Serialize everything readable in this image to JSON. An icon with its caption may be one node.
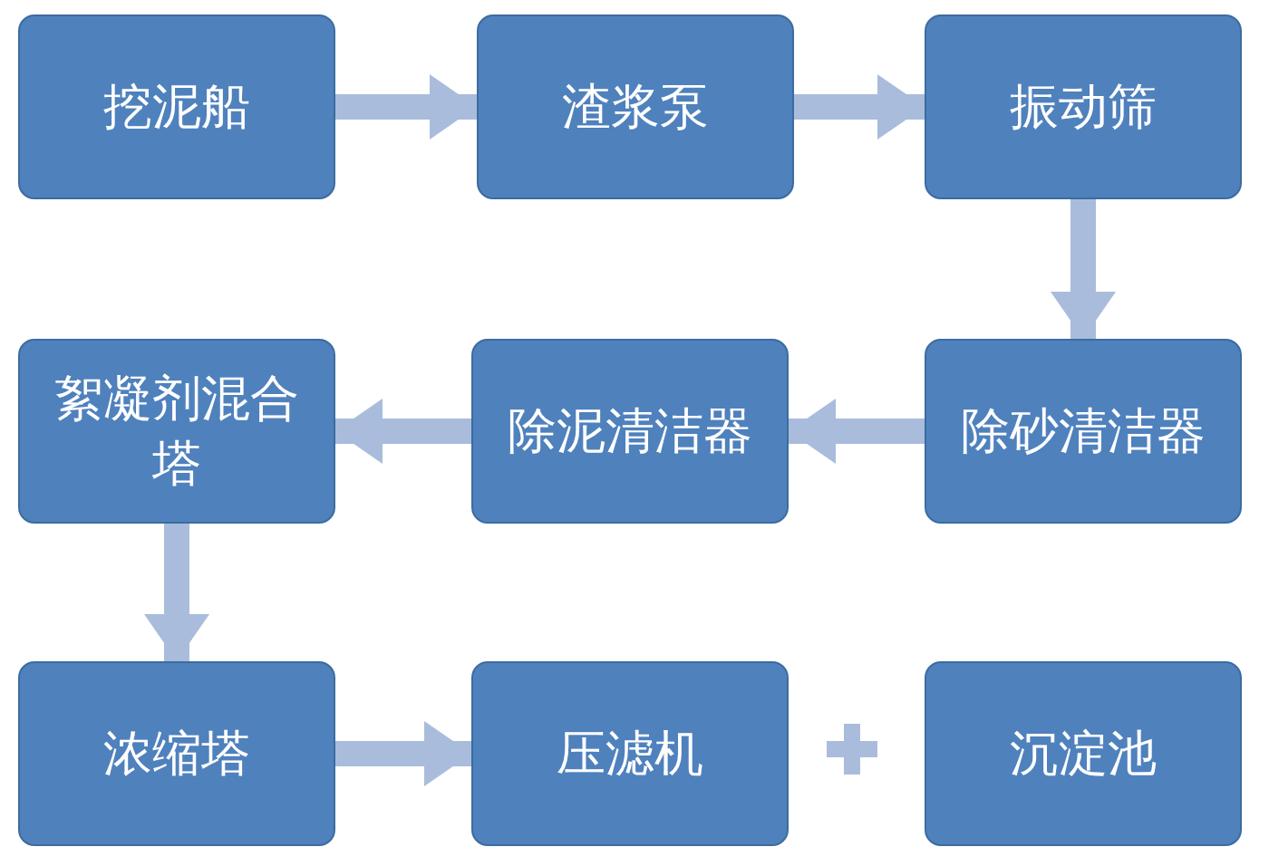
{
  "diagram": {
    "nodes": [
      {
        "text": [
          "挖泥船"
        ]
      },
      {
        "text": [
          "渣浆泵"
        ]
      },
      {
        "text": [
          "振动筛"
        ]
      },
      {
        "text": [
          "絮凝剂混合塔"
        ]
      },
      {
        "text": [
          "除泥清洁器"
        ]
      },
      {
        "text": [
          "除砂清洁器"
        ]
      },
      {
        "text": [
          "浓缩塔"
        ]
      },
      {
        "text": [
          "压滤机"
        ]
      },
      {
        "text": [
          "沉淀池"
        ]
      }
    ],
    "edges": [
      {
        "from": 0,
        "to": 1,
        "arrow": "to"
      },
      {
        "from": 1,
        "to": 2,
        "arrow": "to"
      },
      {
        "from": 2,
        "to": 5,
        "arrow": "to"
      },
      {
        "from": 5,
        "to": 4,
        "arrow": "to"
      },
      {
        "from": 4,
        "to": 3,
        "arrow": "to"
      },
      {
        "from": 3,
        "to": 6,
        "arrow": "to"
      },
      {
        "from": 6,
        "to": 7,
        "arrow": "to"
      }
    ]
  }
}
